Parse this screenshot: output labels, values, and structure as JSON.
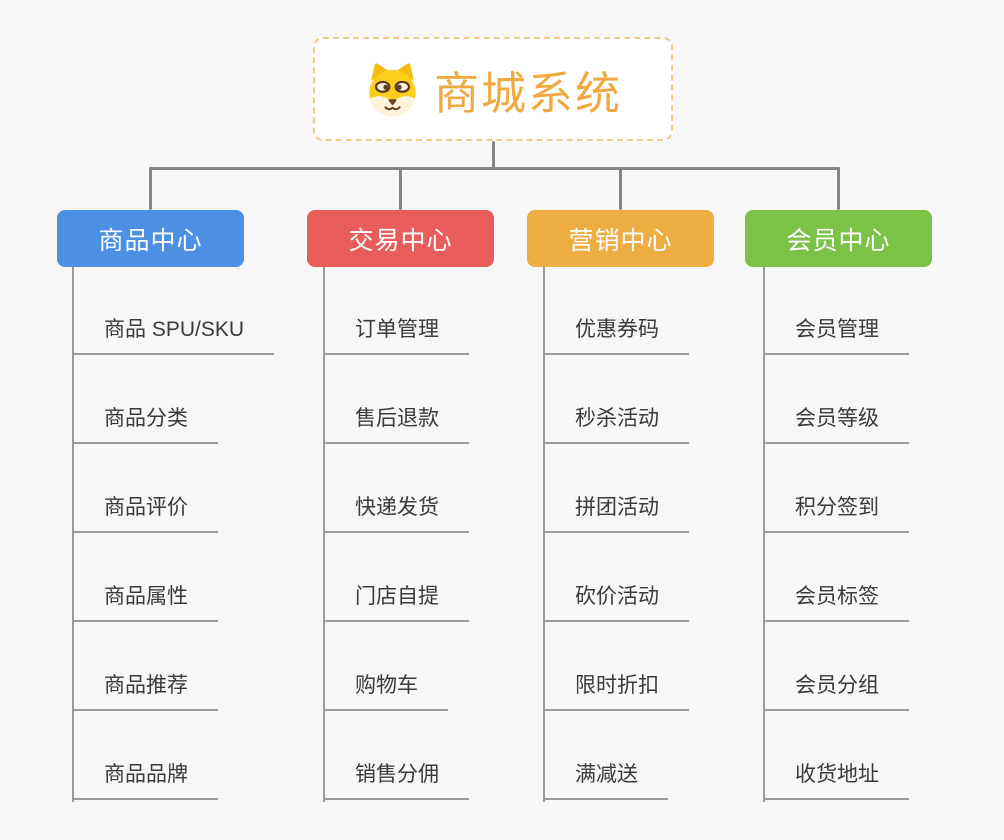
{
  "canvas": {
    "background": "#f7f7f7",
    "connector_color": "#848484",
    "child_line_color": "#9b9b9b",
    "child_text_color": "#3a3a3a"
  },
  "root": {
    "title": "商城系统",
    "title_color": "#f0a840",
    "border_color": "#f0ca8b",
    "icon": "dog-face-icon"
  },
  "branches": [
    {
      "id": "product-center",
      "label": "商品中心",
      "color": "#4b90e2",
      "children": [
        "商品 SPU/SKU",
        "商品分类",
        "商品评价",
        "商品属性",
        "商品推荐",
        "商品品牌"
      ]
    },
    {
      "id": "trade-center",
      "label": "交易中心",
      "color": "#e85d5c",
      "children": [
        "订单管理",
        "售后退款",
        "快递发货",
        "门店自提",
        "购物车",
        "销售分佣"
      ]
    },
    {
      "id": "marketing-center",
      "label": "营销中心",
      "color": "#edad42",
      "children": [
        "优惠券码",
        "秒杀活动",
        "拼团活动",
        "砍价活动",
        "限时折扣",
        "满减送"
      ]
    },
    {
      "id": "member-center",
      "label": "会员中心",
      "color": "#7cc247",
      "children": [
        "会员管理",
        "会员等级",
        "积分签到",
        "会员标签",
        "会员分组",
        "收货地址"
      ]
    }
  ]
}
